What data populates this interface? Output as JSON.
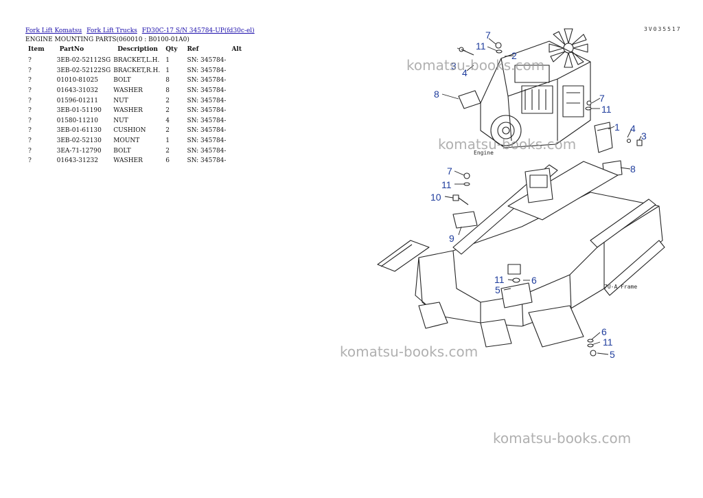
{
  "breadcrumb": [
    {
      "label": "Fork Lift Komatsu"
    },
    {
      "label": "Fork Lift Trucks"
    },
    {
      "label": "FD30C-17 S/N 345784-UP(fd30c-el)"
    }
  ],
  "subtitle": "ENGINE MOUNTING PARTS(060010 : B0100-01A0)",
  "table": {
    "headers": [
      "Item",
      "PartNo",
      "Description",
      "Qty",
      "Ref",
      "Alt"
    ],
    "rows": [
      [
        "?",
        "3EB-02-52112SG",
        "BRACKET,L.H.",
        "1",
        "SN: 345784-",
        ""
      ],
      [
        "?",
        "3EB-02-52122SG",
        "BRACKET,R.H.",
        "1",
        "SN: 345784-",
        ""
      ],
      [
        "?",
        "01010-81025",
        "BOLT",
        "8",
        "SN: 345784-",
        ""
      ],
      [
        "?",
        "01643-31032",
        "WASHER",
        "8",
        "SN: 345784-",
        ""
      ],
      [
        "?",
        "01596-01211",
        "NUT",
        "2",
        "SN: 345784-",
        ""
      ],
      [
        "?",
        "3EB-01-51190",
        "WASHER",
        "2",
        "SN: 345784-",
        ""
      ],
      [
        "?",
        "01580-11210",
        "NUT",
        "4",
        "SN: 345784-",
        ""
      ],
      [
        "?",
        "3EB-01-61130",
        "CUSHION",
        "2",
        "SN: 345784-",
        ""
      ],
      [
        "?",
        "3EB-02-52130",
        "MOUNT",
        "1",
        "SN: 345784-",
        ""
      ],
      [
        "?",
        "3EA-71-12790",
        "BOLT",
        "2",
        "SN: 345784-",
        ""
      ],
      [
        "?",
        "01643-31232",
        "WASHER",
        "6",
        "SN: 345784-",
        ""
      ]
    ]
  },
  "doc_id": "3V035517",
  "diagram": {
    "engine_label": "Engine",
    "frame_label": "7U-A Frame",
    "callouts": [
      "7",
      "11",
      "2",
      "3",
      "4",
      "8",
      "7",
      "11",
      "1",
      "4",
      "3",
      "8",
      "7",
      "11",
      "10",
      "9",
      "11",
      "6",
      "5",
      "6",
      "11",
      "5"
    ],
    "callout_color": "#1e3c9c"
  },
  "watermarks": [
    "komatsu-books.com",
    "komatsu-books.com",
    "komatsu-books.com",
    "komatsu-books.com"
  ]
}
